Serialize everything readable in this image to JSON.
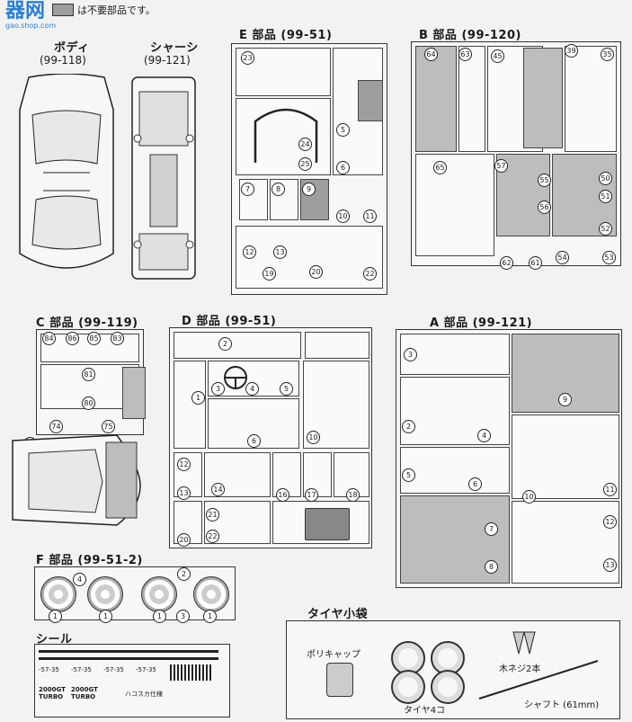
{
  "header": {
    "watermark": "器网",
    "watermark_url": "gao.shop.com",
    "legend_text": "は不要部品です。"
  },
  "body_parts": {
    "body_label": "ボディ",
    "body_code": "(99-118)",
    "chassis_label": "シャーシ",
    "chassis_code": "(99-121)"
  },
  "sections": {
    "e": {
      "title": "E 部品 (99-51)"
    },
    "b": {
      "title": "B 部品 (99-120)"
    },
    "c": {
      "title": "C 部品 (99-119)"
    },
    "d": {
      "title": "D 部品 (99-51)"
    },
    "a": {
      "title": "A 部品 (99-121)"
    },
    "f": {
      "title": "F 部品 (99-51-2)"
    }
  },
  "seal": {
    "title": "シール",
    "stripe_text": "-57-35",
    "logo_a": "2000GT TURBO",
    "logo_b": "2000GT TURBO",
    "footer": "ハコスカ仕様"
  },
  "tire_bag": {
    "title": "タイヤ小袋",
    "polycap": "ポリキャップ",
    "screw": "木ネジ2本",
    "tires": "タイヤ4コ",
    "shaft": "シャフト (61mm)"
  },
  "icons": {
    "legend_swatch": "gray-swatch-icon",
    "arrow": "arrow-icon"
  }
}
